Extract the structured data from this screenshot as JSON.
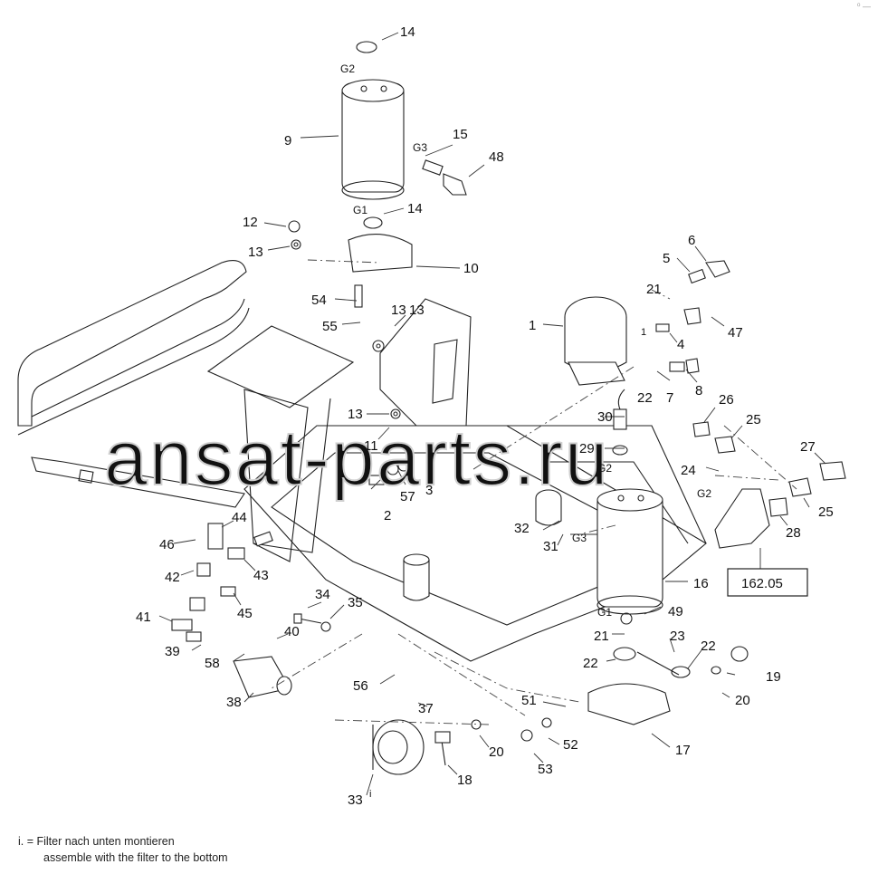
{
  "labels": {
    "n1": "1",
    "n2": "2",
    "n3": "3",
    "n4": "4",
    "n5": "5",
    "n6": "6",
    "n7": "7",
    "n8": "8",
    "n9": "9",
    "n10": "10",
    "n11": "11",
    "n12": "12",
    "n13a": "13",
    "n13b": "13",
    "n13c": "13",
    "n13d": "13",
    "n14a": "14",
    "n14b": "14",
    "n15": "15",
    "n16": "16",
    "n17": "17",
    "n18": "18",
    "n19": "19",
    "n20a": "20",
    "n20b": "20",
    "n21a": "21",
    "n21b": "21",
    "n22a": "22",
    "n22b": "22",
    "n22c": "22",
    "n23": "23",
    "n24": "24",
    "n25a": "25",
    "n25b": "25",
    "n26": "26",
    "n27": "27",
    "n28": "28",
    "n29": "29",
    "n30": "30",
    "n31": "31",
    "n32": "32",
    "n33": "33",
    "n34": "34",
    "n35": "35",
    "n37": "37",
    "n38": "38",
    "n39": "39",
    "n40": "40",
    "n41": "41",
    "n42": "42",
    "n43": "43",
    "n44": "44",
    "n45": "45",
    "n46": "46",
    "n47": "47",
    "n48": "48",
    "n49": "49",
    "n51": "51",
    "n52": "52",
    "n53": "53",
    "n54": "54",
    "n55": "55",
    "n56": "56",
    "n57": "57",
    "n58": "58",
    "small1": "1",
    "i_mark": "i"
  },
  "ports": {
    "g1_top": "G1",
    "g2_top": "G2",
    "g3_top": "G3",
    "g1_bottom": "G1",
    "g2_bottom": "G2",
    "g3_bottom": "G3",
    "g2_right": "G2"
  },
  "reference_box": "162.05",
  "watermark": "ansat-parts.ru",
  "footnote": {
    "line1": "i. = Filter nach unten montieren",
    "line2": "assemble with the filter to the bottom"
  },
  "corner_mark": "⁰ —"
}
